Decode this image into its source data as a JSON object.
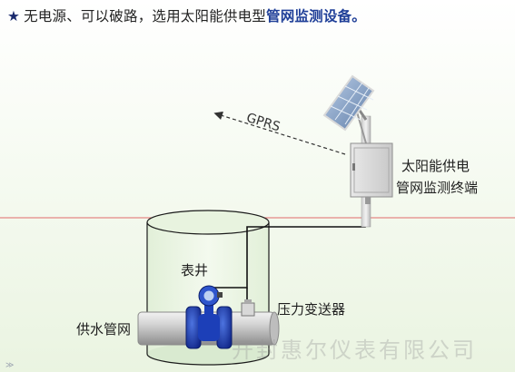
{
  "headline": {
    "star": "★",
    "normal": "无电源、可以破路，选用太阳能供电型",
    "highlight": "管网监测设备。"
  },
  "labels": {
    "gprs": "GPRS",
    "terminal_line1": "太阳能供电",
    "terminal_line2": "管网监测终端",
    "well": "表井",
    "pressure": "压力变送器",
    "pipe": "供水管网"
  },
  "watermark": "开封惠尔仪表有限公司",
  "colors": {
    "headline_accent": "#1f3f98",
    "ground_line": "#e06b6b",
    "flowmeter_blue": "#1c3fb8"
  }
}
